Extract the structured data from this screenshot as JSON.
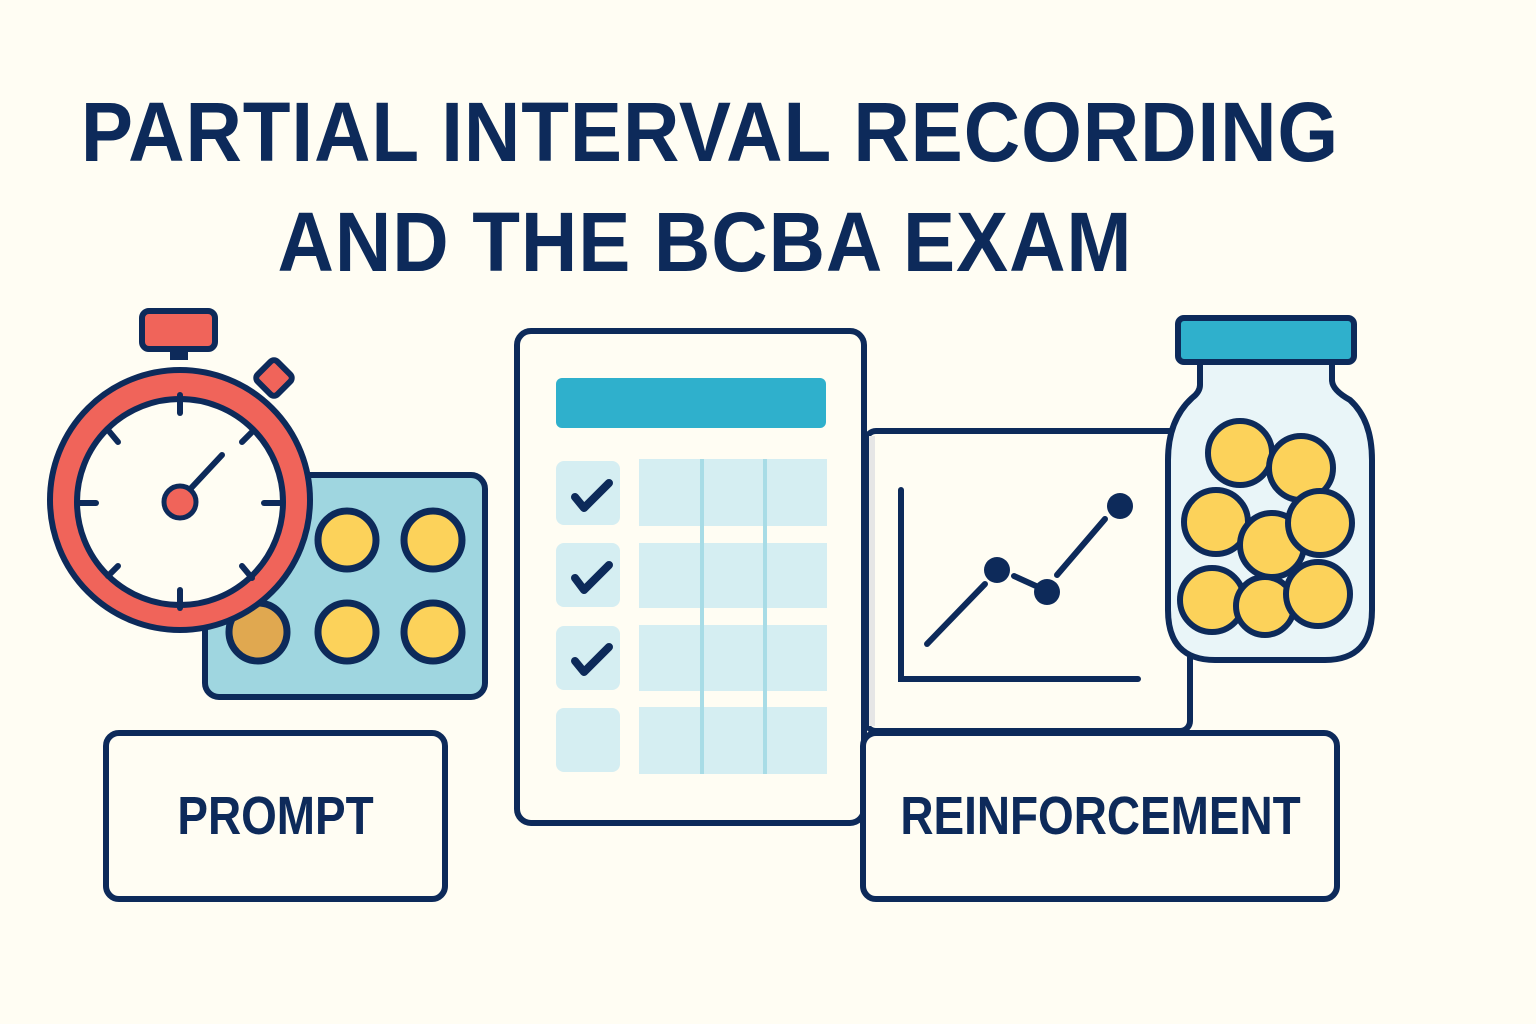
{
  "title": {
    "line1": "PARTIAL INTERVAL RECORDING",
    "line2": "AND THE BCBA EXAM"
  },
  "labels": {
    "prompt": "PROMPT",
    "reinforcement": "REINFORCEMENT"
  },
  "icons": {
    "stopwatch": "stopwatch-icon",
    "token_board": "token-board-icon",
    "data_sheet": "data-sheet-icon",
    "line_graph": "line-graph-icon",
    "token_jar": "token-jar-icon"
  },
  "colors": {
    "background": "#fffdf3",
    "navy": "#0d2a5a",
    "red": "#f0645a",
    "teal": "#2fb0cc",
    "light_teal": "#d5eef2",
    "board_blue": "#9fd6e0",
    "gold": "#fcd25a"
  },
  "data_sheet": {
    "rows": [
      {
        "checked": true
      },
      {
        "checked": true
      },
      {
        "checked": true
      },
      {
        "checked": false
      }
    ],
    "columns": 3
  }
}
